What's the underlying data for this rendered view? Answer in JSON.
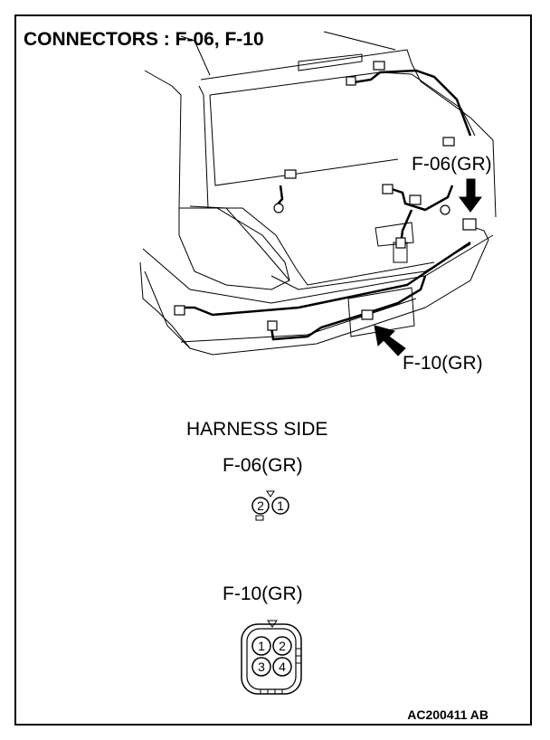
{
  "title": "CONNECTORS : F-06, F-10",
  "callouts": {
    "f06": "F-06(GR)",
    "f10": "F-10(GR)"
  },
  "harness_side": {
    "heading": "HARNESS SIDE",
    "connectors": [
      {
        "label": "F-06(GR)",
        "pins": [
          "2",
          "1"
        ]
      },
      {
        "label": "F-10(GR)",
        "pins": [
          "1",
          "2",
          "3",
          "4"
        ]
      }
    ]
  },
  "figure_code": "AC200411 AB"
}
